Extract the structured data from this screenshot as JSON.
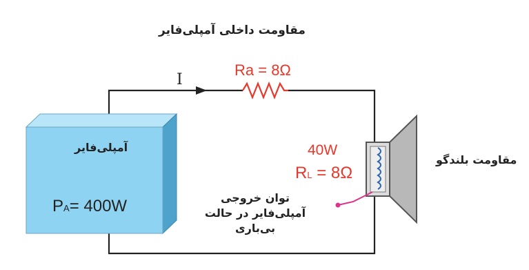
{
  "labels": {
    "title": "مقاومت داخلی آمپلی‌فایر",
    "speaker_resistance": "مقاومت بلندگو",
    "amplifier": "آمپلی‌فایر",
    "output_power_lines": [
      "توان خروجی",
      "آمپلی‌فایر در حالت",
      "بی‌باری"
    ]
  },
  "circuit": {
    "current": "I",
    "ra": "Ra = 8Ω",
    "rl_prefix": "R",
    "rl_sub": "L",
    "rl_value": " = 8Ω",
    "speaker_power": "40W",
    "pa_prefix": "P",
    "pa_sub": "A",
    "pa_value": "= 400W"
  },
  "colors": {
    "wire": "#222222",
    "resistor": "#e8372b",
    "amp_front": "#8fd3f2",
    "amp_side": "#4da3cc",
    "amp_top": "#b9e5f8",
    "speaker_body": "#6e6e6e",
    "speaker_cone": "#b8b8b8",
    "coil": "#2b66b0",
    "probe": "#d9368a"
  }
}
